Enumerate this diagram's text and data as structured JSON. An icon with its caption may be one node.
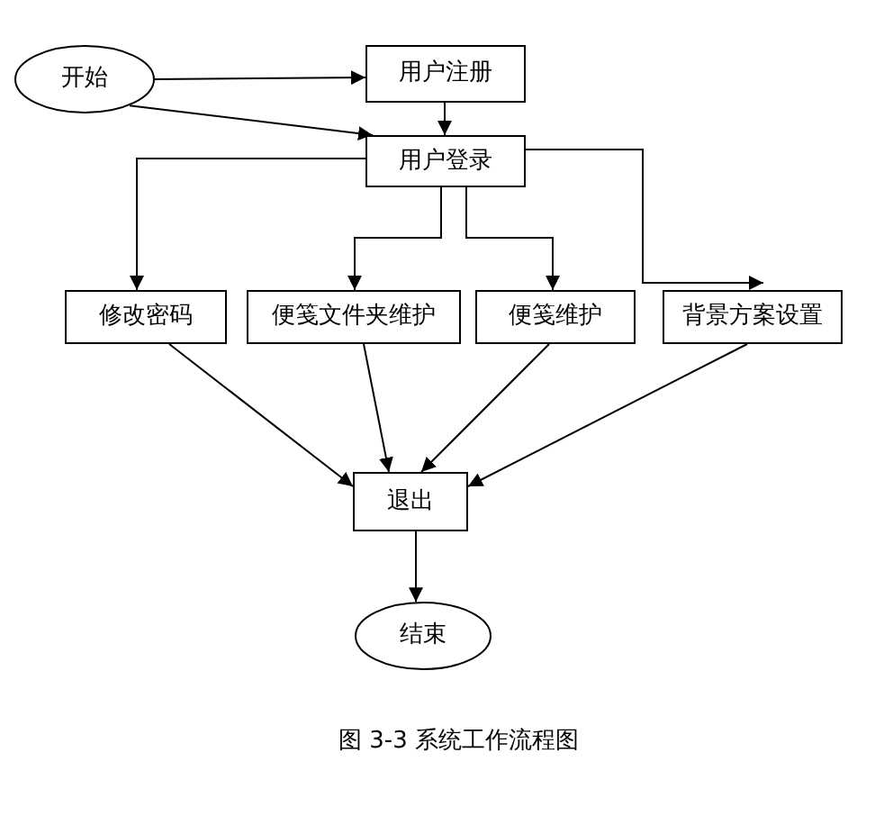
{
  "diagram": {
    "caption": "图 3-3 系统工作流程图",
    "nodes": [
      {
        "text": [
          "开始"
        ]
      },
      {
        "text": [
          "用户注册"
        ]
      },
      {
        "text": [
          "用户登录"
        ]
      },
      {
        "text": [
          "修改密码"
        ]
      },
      {
        "text": [
          "便笺文件夹维护"
        ]
      },
      {
        "text": [
          "便笺维护"
        ]
      },
      {
        "text": [
          "背景方案设置"
        ]
      },
      {
        "text": [
          "退出"
        ]
      },
      {
        "text": [
          "结束"
        ]
      }
    ],
    "edges": [
      {
        "from": 0,
        "to": 1,
        "arrow": "to"
      },
      {
        "from": 0,
        "to": 2,
        "arrow": "to"
      },
      {
        "from": 1,
        "to": 2,
        "arrow": "to"
      },
      {
        "from": 2,
        "to": 3,
        "arrow": "to"
      },
      {
        "from": 2,
        "to": 4,
        "arrow": "to"
      },
      {
        "from": 2,
        "to": 5,
        "arrow": "to"
      },
      {
        "from": 2,
        "to": 6,
        "arrow": "to"
      },
      {
        "from": 3,
        "to": 7,
        "arrow": "to"
      },
      {
        "from": 4,
        "to": 7,
        "arrow": "to"
      },
      {
        "from": 5,
        "to": 7,
        "arrow": "to"
      },
      {
        "from": 6,
        "to": 7,
        "arrow": "to"
      },
      {
        "from": 7,
        "to": 8,
        "arrow": "to"
      }
    ]
  }
}
